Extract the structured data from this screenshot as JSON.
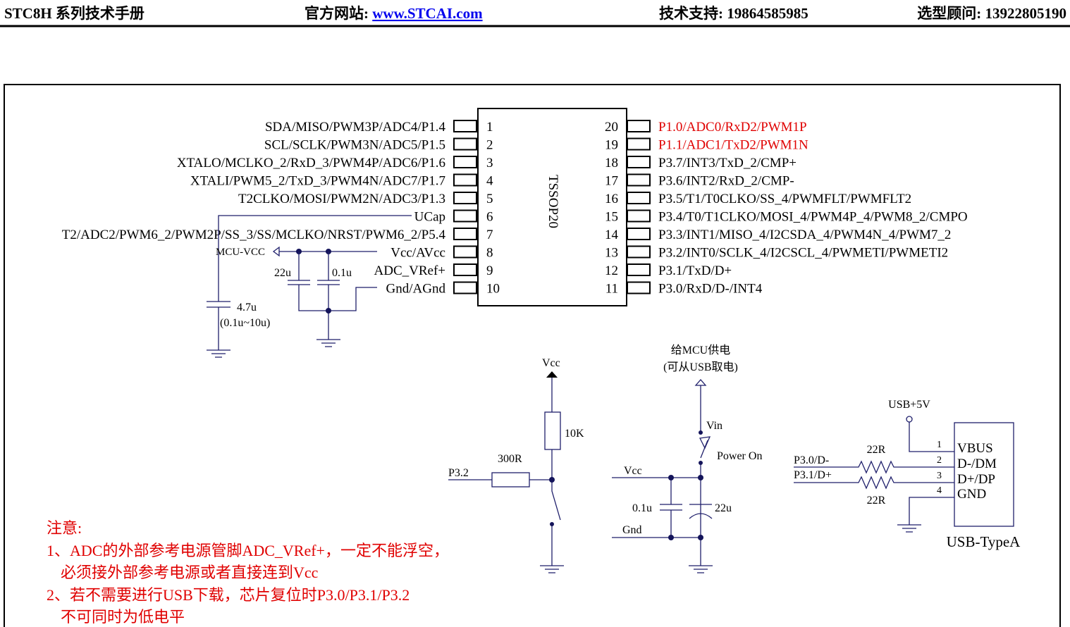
{
  "header": {
    "title": "STC8H 系列技术手册",
    "website_label": "官方网站: ",
    "website_link": "www.STCAI.com",
    "support": "技术支持: 19864585985",
    "selection": "选型顾问: 13922805190"
  },
  "chip": {
    "package": "TSSOP20",
    "left_pins": [
      {
        "num": "1",
        "label": "SDA/MISO/PWM3P/ADC4/P1.4"
      },
      {
        "num": "2",
        "label": "SCL/SCLK/PWM3N/ADC5/P1.5"
      },
      {
        "num": "3",
        "label": "XTALO/MCLKO_2/RxD_3/PWM4P/ADC6/P1.6"
      },
      {
        "num": "4",
        "label": "XTALI/PWM5_2/TxD_3/PWM4N/ADC7/P1.7"
      },
      {
        "num": "5",
        "label": "T2CLKO/MOSI/PWM2N/ADC3/P1.3"
      },
      {
        "num": "6",
        "label": "UCap"
      },
      {
        "num": "7",
        "label": "T2/ADC2/PWM6_2/PWM2P/SS_3/SS/MCLKO/NRST/PWM6_2/P5.4"
      },
      {
        "num": "8",
        "label": "Vcc/AVcc"
      },
      {
        "num": "9",
        "label": "ADC_VRef+"
      },
      {
        "num": "10",
        "label": "Gnd/AGnd"
      }
    ],
    "right_pins": [
      {
        "num": "20",
        "label": "P1.0/ADC0/RxD2/PWM1P",
        "highlight": true
      },
      {
        "num": "19",
        "label": "P1.1/ADC1/TxD2/PWM1N",
        "highlight": true
      },
      {
        "num": "18",
        "label": "P3.7/INT3/TxD_2/CMP+"
      },
      {
        "num": "17",
        "label": "P3.6/INT2/RxD_2/CMP-"
      },
      {
        "num": "16",
        "label": "P3.5/T1/T0CLKO/SS_4/PWMFLT/PWMFLT2"
      },
      {
        "num": "15",
        "label": "P3.4/T0/T1CLKO/MOSI_4/PWM4P_4/PWM8_2/CMPO"
      },
      {
        "num": "14",
        "label": "P3.3/INT1/MISO_4/I2CSDA_4/PWM4N_4/PWM7_2"
      },
      {
        "num": "13",
        "label": "P3.2/INT0/SCLK_4/I2CSCL_4/PWMETI/PWMETI2"
      },
      {
        "num": "12",
        "label": "P3.1/TxD/D+"
      },
      {
        "num": "11",
        "label": "P3.0/RxD/D-/INT4"
      }
    ]
  },
  "decoupling": {
    "net": "MCU-VCC",
    "c1": "22u",
    "c2": "0.1u",
    "ucap_value": "4.7u",
    "ucap_range": "(0.1u~10u)"
  },
  "reset_circuit": {
    "vcc": "Vcc",
    "pullup": "10K",
    "series": "300R",
    "pin": "P3.2"
  },
  "power_circuit": {
    "title1": "给MCU供电",
    "title2": "(可从USB取电)",
    "vin": "Vin",
    "switch": "Power On",
    "vcc": "Vcc",
    "gnd": "Gnd",
    "c1": "0.1u",
    "c2": "22u"
  },
  "usb": {
    "supply": "USB+5V",
    "dm_net": "P3.0/D-",
    "dp_net": "P3.1/D+",
    "r1": "22R",
    "r2": "22R",
    "pins": [
      {
        "num": "1",
        "label": "VBUS"
      },
      {
        "num": "2",
        "label": "D-/DM"
      },
      {
        "num": "3",
        "label": "D+/DP"
      },
      {
        "num": "4",
        "label": "GND"
      }
    ],
    "connector": "USB-TypeA"
  },
  "notes": {
    "title": "注意:",
    "line1": "1、ADC的外部参考电源管脚ADC_VRef+，一定不能浮空，",
    "line2": "必须接外部参考电源或者直接连到Vcc",
    "line3": "2、若不需要进行USB下载，芯片复位时P3.0/P3.1/P3.2",
    "line4": "不可同时为低电平"
  },
  "colors": {
    "wire": "#1f1f6b",
    "highlight": "#e00000",
    "link": "#0000ee"
  }
}
